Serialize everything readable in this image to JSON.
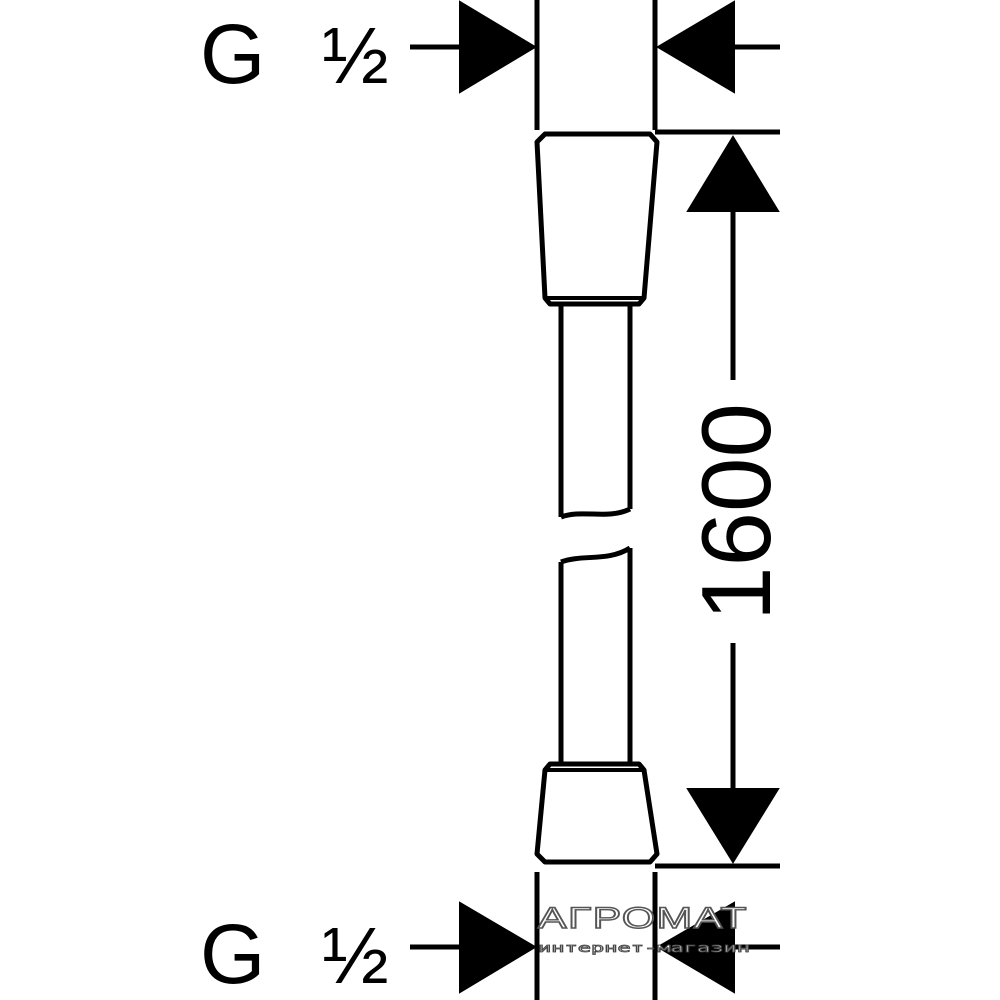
{
  "thread_label_top": {
    "letter": "G",
    "fraction": "½"
  },
  "thread_label_bottom": {
    "letter": "G",
    "fraction": "½"
  },
  "length_dimension": "1600",
  "watermark": {
    "brand": "АГРОМАТ",
    "tagline": "интернет-магазин"
  },
  "colors": {
    "line": "#000000",
    "background": "#ffffff"
  }
}
